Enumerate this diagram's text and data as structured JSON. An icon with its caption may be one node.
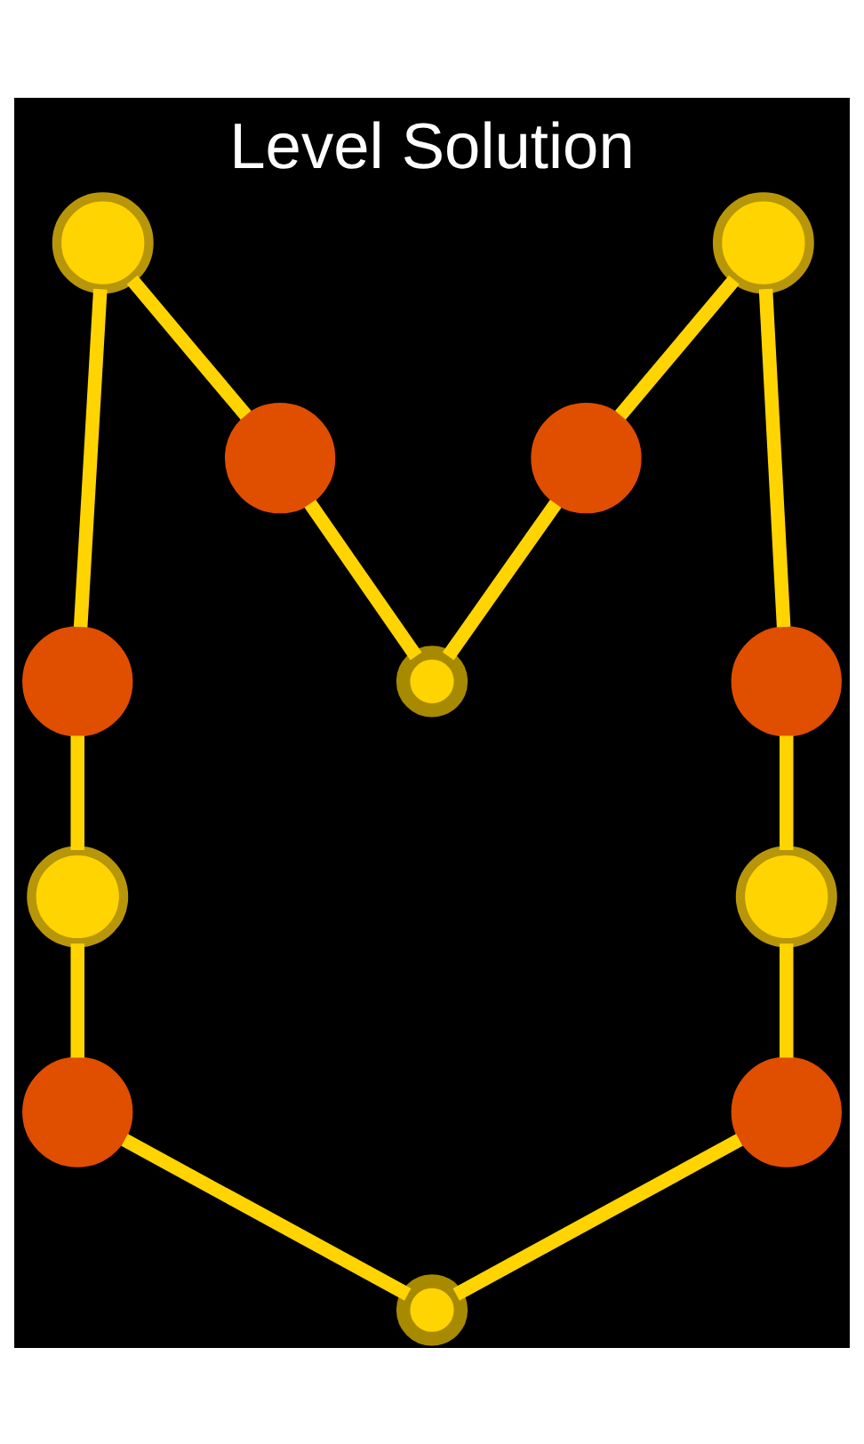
{
  "diagram": {
    "title": "Level Solution",
    "nodes": [
      {
        "text": [],
        "shape": "circle"
      },
      {
        "text": [],
        "shape": "circle"
      },
      {
        "text": [],
        "shape": "circle"
      },
      {
        "text": [],
        "shape": "circle"
      },
      {
        "text": [],
        "shape": "circle"
      },
      {
        "text": [],
        "shape": "circle"
      },
      {
        "text": [],
        "shape": "circle"
      },
      {
        "text": [],
        "shape": "circle"
      },
      {
        "text": [],
        "shape": "circle"
      },
      {
        "text": [],
        "shape": "circle"
      },
      {
        "text": [],
        "shape": "circle"
      },
      {
        "text": [],
        "shape": "circle"
      }
    ],
    "edges": [
      {
        "from": 0,
        "to": 2,
        "arrow": "none"
      },
      {
        "from": 2,
        "to": 5,
        "arrow": "none"
      },
      {
        "from": 5,
        "to": 3,
        "arrow": "none"
      },
      {
        "from": 3,
        "to": 1,
        "arrow": "none"
      },
      {
        "from": 0,
        "to": 4,
        "arrow": "none"
      },
      {
        "from": 4,
        "to": 10,
        "arrow": "none"
      },
      {
        "from": 1,
        "to": 6,
        "arrow": "none"
      },
      {
        "from": 6,
        "to": 11,
        "arrow": "none"
      },
      {
        "from": 10,
        "to": 8,
        "arrow": "none"
      },
      {
        "from": 8,
        "to": 7,
        "arrow": "none"
      },
      {
        "from": 7,
        "to": 9,
        "arrow": "none"
      },
      {
        "from": 9,
        "to": 11,
        "arrow": "none"
      }
    ]
  }
}
